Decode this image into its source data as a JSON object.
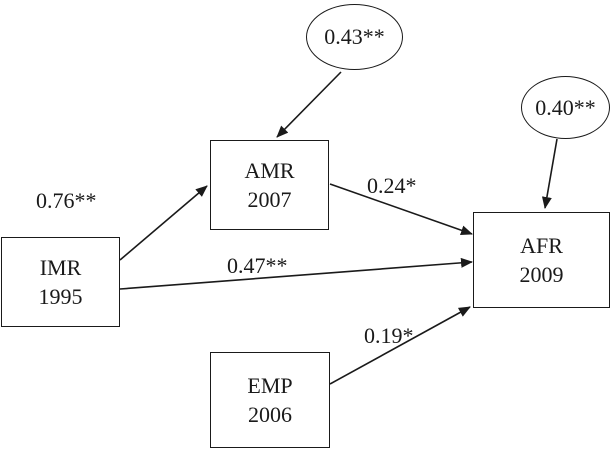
{
  "diagram": {
    "nodes": {
      "imr": {
        "label": "IMR",
        "year": "1995"
      },
      "amr": {
        "label": "AMR",
        "year": "2007"
      },
      "emp": {
        "label": "EMP",
        "year": "2006"
      },
      "afr": {
        "label": "AFR",
        "year": "2009"
      }
    },
    "residuals": {
      "amr": "0.43**",
      "afr": "0.40**"
    },
    "paths": {
      "imr_to_amr": "0.76**",
      "amr_to_afr": "0.24*",
      "imr_to_afr": "0.47**",
      "emp_to_afr": "0.19*"
    }
  }
}
